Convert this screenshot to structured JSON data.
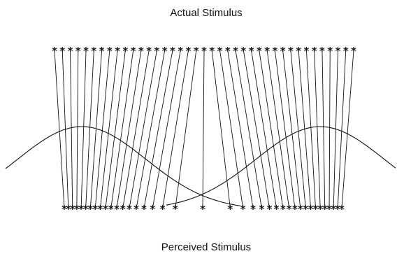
{
  "labels": {
    "top": "Actual Stimulus",
    "bottom": "Perceived Stimulus"
  },
  "markers": {
    "glyph": "*",
    "count": 39
  },
  "colors": {
    "stroke": "#111111",
    "background": "#ffffff"
  }
}
